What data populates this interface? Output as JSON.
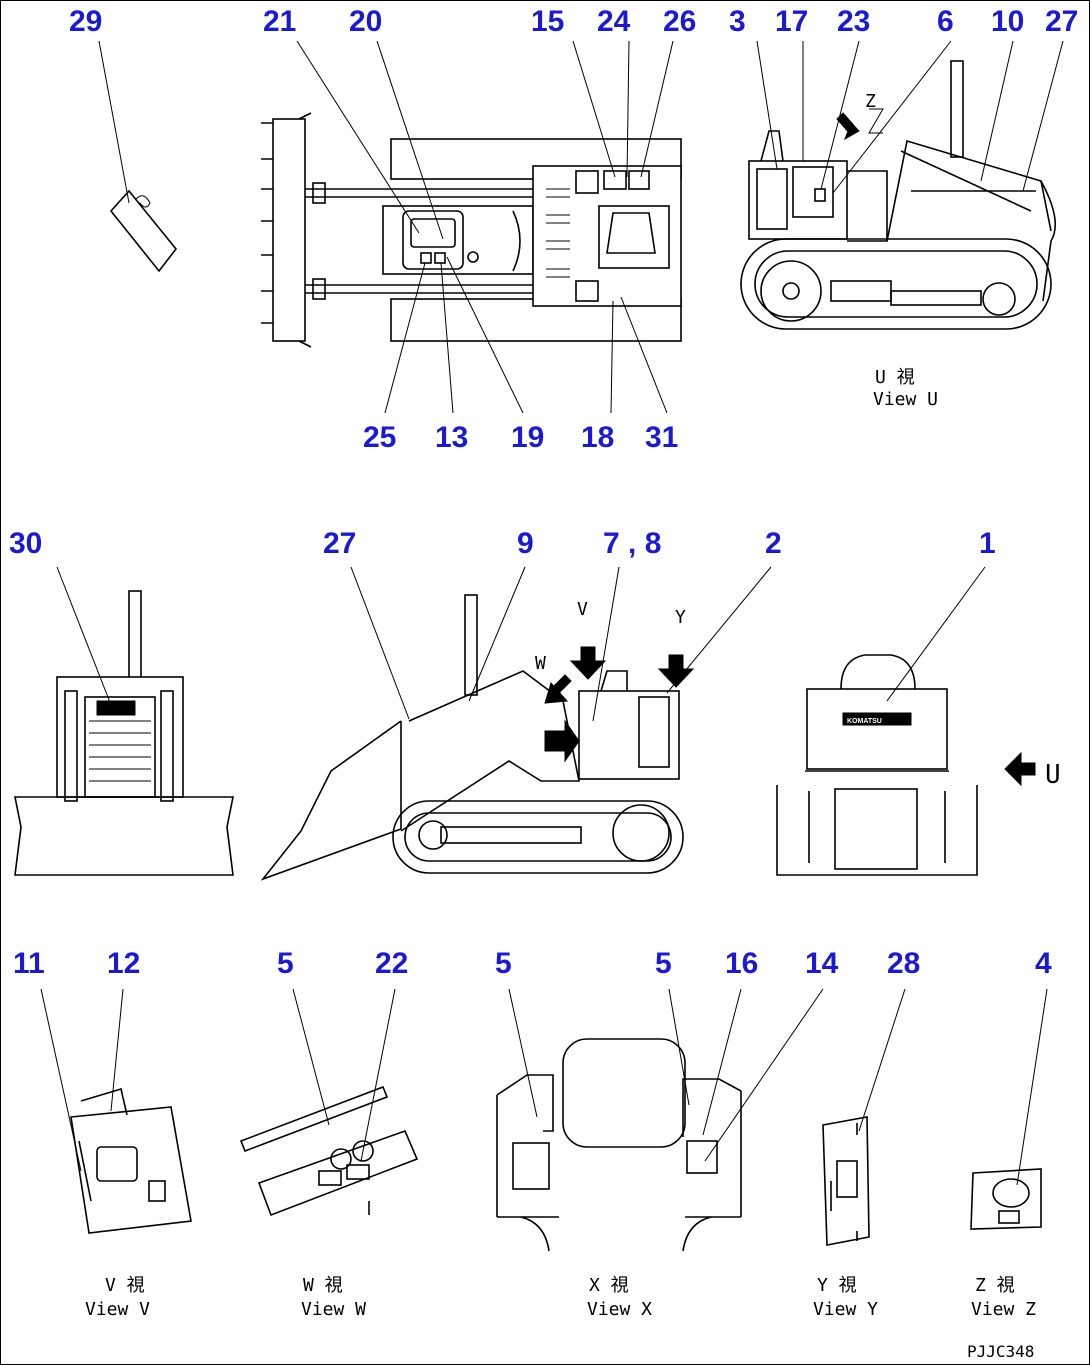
{
  "labels": {
    "n29": "29",
    "n21": "21",
    "n20": "20",
    "n15": "15",
    "n24": "24",
    "n26": "26",
    "n3": "3",
    "n17": "17",
    "n23": "23",
    "n6": "6",
    "n10": "10",
    "n27a": "27",
    "n25": "25",
    "n13": "13",
    "n19": "19",
    "n18": "18",
    "n31": "31",
    "n30": "30",
    "n27b": "27",
    "n9": "9",
    "n7_8": "7 , 8",
    "n2": "2",
    "n1": "1",
    "n11": "11",
    "n12": "12",
    "n5a": "5",
    "n22": "22",
    "n5b": "5",
    "n5c": "5",
    "n16": "16",
    "n14": "14",
    "n28": "28",
    "n4": "4"
  },
  "markers": {
    "z": "Z",
    "w": "W",
    "v": "V",
    "y": "Y",
    "u": "U"
  },
  "captions": {
    "view_u_jp": "U 視",
    "view_u": "View U",
    "view_v_jp": "V 視",
    "view_v": "View V",
    "view_w_jp": "W 視",
    "view_w": "View W",
    "view_x_jp": "X 視",
    "view_x": "View X",
    "view_y_jp": "Y 視",
    "view_y": "View Y",
    "view_z_jp": "Z 視",
    "view_z": "View Z"
  },
  "decal_text": "KOMATSU",
  "drawing_code": "PJJC348",
  "colors": {
    "label": "#1a1ad6",
    "line": "#000000",
    "background": "#ffffff"
  }
}
